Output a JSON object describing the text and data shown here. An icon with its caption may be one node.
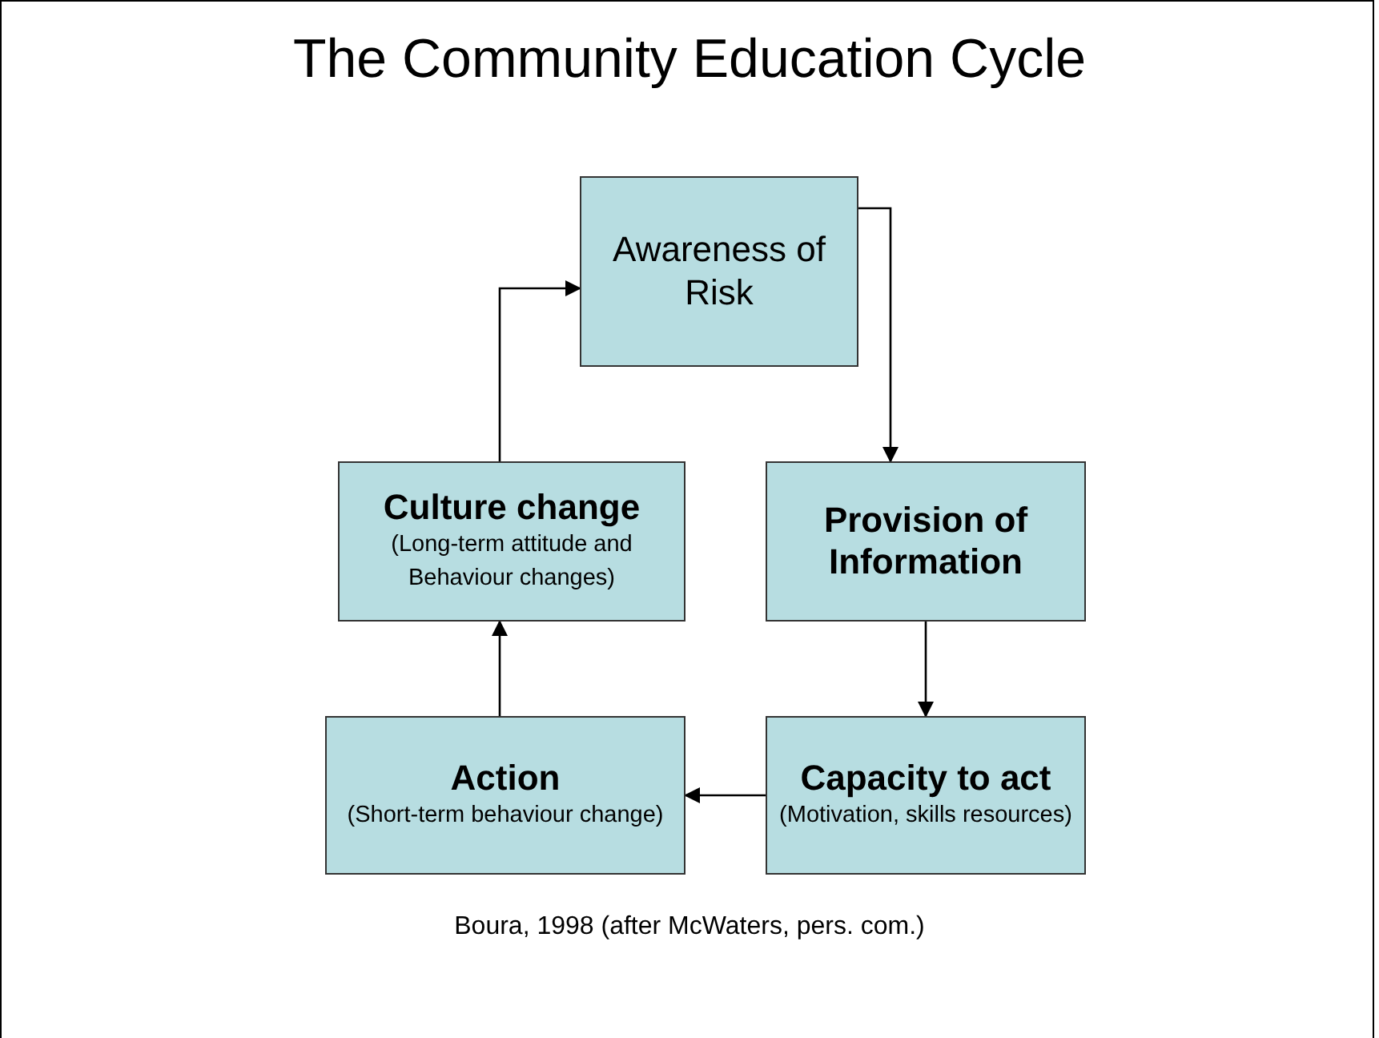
{
  "diagram": {
    "title": "The Community Education Cycle",
    "caption": "Boura, 1998 (after McWaters, pers. com.)",
    "nodes": [
      {
        "text": [
          "Awareness of Risk"
        ]
      },
      {
        "text": [
          "Provision of Information"
        ]
      },
      {
        "text": [
          "Capacity to act",
          "(Motivation, skills resources)"
        ]
      },
      {
        "text": [
          "Action",
          "(Short-term behaviour change)"
        ]
      },
      {
        "text": [
          "Culture change",
          "(Long-term attitude and Behaviour changes)"
        ]
      }
    ],
    "edges": [
      {
        "from": 0,
        "to": 1,
        "arrow": "to"
      },
      {
        "from": 1,
        "to": 2,
        "arrow": "to"
      },
      {
        "from": 2,
        "to": 3,
        "arrow": "to"
      },
      {
        "from": 3,
        "to": 4,
        "arrow": "to"
      },
      {
        "from": 4,
        "to": 0,
        "arrow": "to"
      }
    ]
  }
}
